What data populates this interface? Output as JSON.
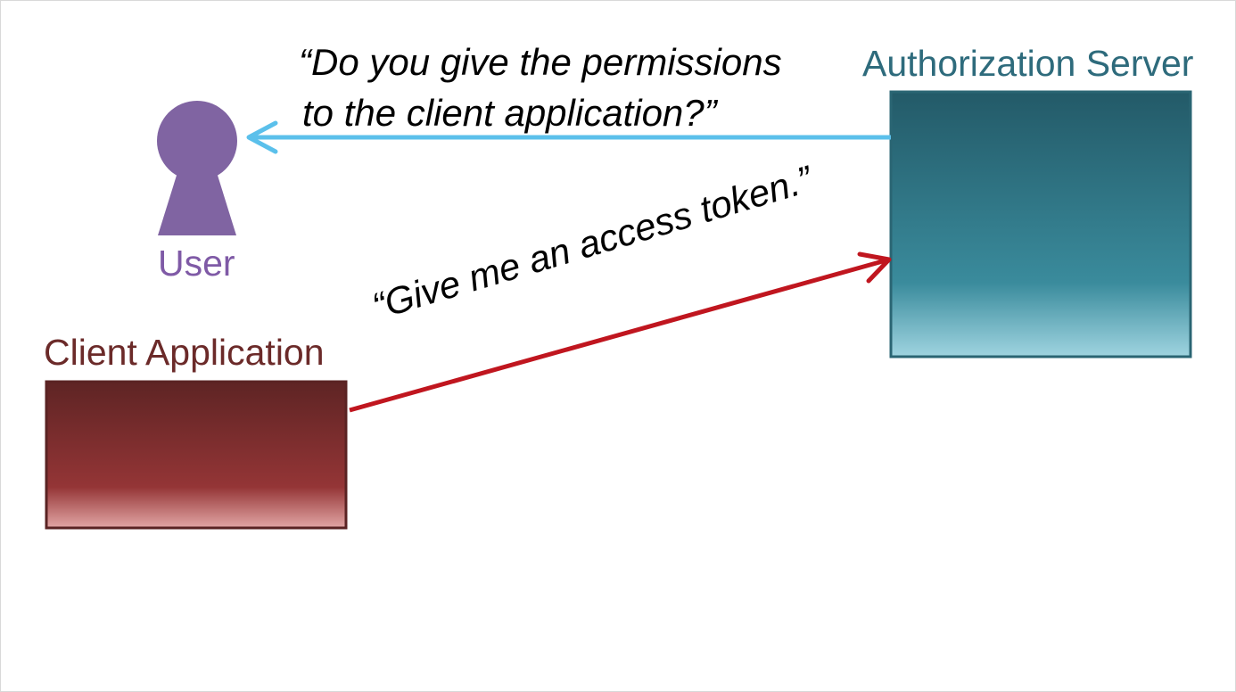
{
  "diagram": {
    "nodes": {
      "authorization_server": {
        "label": "Authorization Server",
        "color": "#2e6b7c"
      },
      "client_application": {
        "label": "Client Application",
        "color": "#6b2a29"
      },
      "user": {
        "label": "User",
        "color": "#7f5aa6"
      }
    },
    "edges": [
      {
        "from": "authorization_server",
        "to": "user",
        "color": "#5bc0eb",
        "message_lines": [
          "“Do you give the permissions",
          "to the client application?”"
        ]
      },
      {
        "from": "client_application",
        "to": "authorization_server",
        "color": "#c0161f",
        "message": "“Give me an access token.”"
      }
    ]
  }
}
